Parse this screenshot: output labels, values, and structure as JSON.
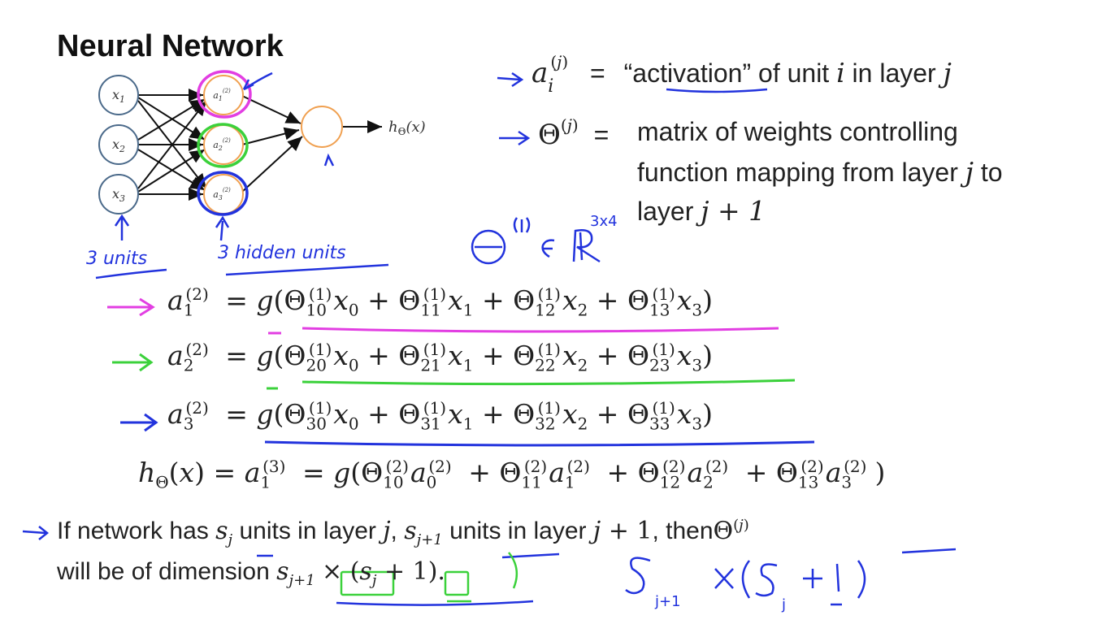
{
  "slide": {
    "title": "Neural Network"
  },
  "diagram": {
    "inputs": [
      "x1",
      "x2",
      "x3"
    ],
    "hidden": [
      "a1(2)",
      "a2(2)",
      "a3(2)"
    ],
    "output_label": "hΘ(x)",
    "colors": {
      "hidden_1": "#d43fd4",
      "hidden_2": "#35c435",
      "hidden_3": "#2a2adb",
      "output": "#f0a050",
      "node": "#4b6a8a"
    }
  },
  "definitions": {
    "activation_eq": "=",
    "activation_text": "“activation” of unit",
    "activation_i": "i",
    "activation_in_layer": "in layer",
    "activation_j": "j",
    "theta_eq": "=",
    "theta_line1": "matrix of weights controlling",
    "theta_line2a": "function mapping from layer",
    "theta_line2_j": "j",
    "theta_line2b": "to",
    "theta_line3a": "layer",
    "theta_line3_expr": "j + 1"
  },
  "equations": {
    "hypothesis_lhs": "hΘ(x) = a",
    "hypothesis_rhs": "= g("
  },
  "bottom": {
    "line1_a": "If network has",
    "line1_b": "units in layer",
    "line1_c": "units in layer",
    "line1_d": ", then",
    "line2_a": "will be of dimension"
  },
  "handwriting": {
    "input_note": "3 units",
    "hidden_note": "3 hidden units",
    "theta_dim": "Θ(1) ∈ ℝ3x4",
    "dim_note": "Sj+1 x(Sj+1)"
  },
  "annotation_colors": {
    "pink": "#e23ee2",
    "green": "#3bd13b",
    "blue": "#2233dd"
  }
}
